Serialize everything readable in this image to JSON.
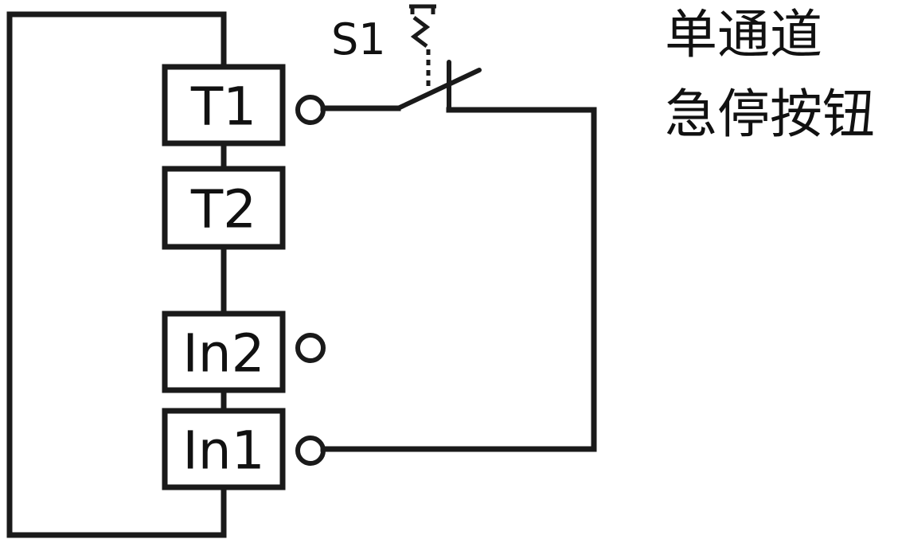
{
  "terminals": [
    {
      "id": "t1",
      "label": "T1"
    },
    {
      "id": "t2",
      "label": "T2"
    },
    {
      "id": "in2",
      "label": "In2"
    },
    {
      "id": "in1",
      "label": "In1"
    }
  ],
  "switch": {
    "label": "S1"
  },
  "caption": {
    "line1": "单通道",
    "line2": "急停按钮"
  }
}
